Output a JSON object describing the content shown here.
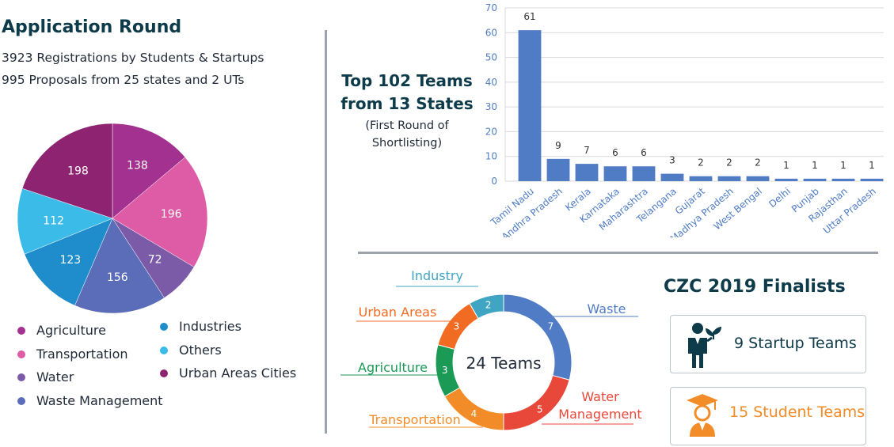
{
  "left": {
    "title": "Application Round",
    "line1": "3923 Registrations by Students & Startups",
    "line2": "995 Proposals from 25 states and 2 UTs"
  },
  "top_right": {
    "title_line1": "Top 102 Teams",
    "title_line2": "from  13 States",
    "sub_line1": "(First Round of",
    "sub_line2": "Shortlisting)"
  },
  "finalists": {
    "title": "CZC 2019 Finalists",
    "startup_label": "9 Startup Teams",
    "student_label": "15 Student Teams"
  },
  "colors": {
    "dark_title": "#0e3b4a",
    "bar": "#4f7cc4",
    "student_orange": "#f28c28"
  },
  "chart_data": [
    {
      "type": "pie",
      "categories": [
        "Agriculture",
        "Transportation",
        "Water",
        "Waste Management",
        "Industries",
        "Others",
        "Urban Areas Cities"
      ],
      "slice_order": [
        "Agriculture",
        "Transportation",
        "Water",
        "Waste Management",
        "Industries",
        "Others",
        "Urban Areas Cities"
      ],
      "values": [
        138,
        196,
        72,
        156,
        123,
        112,
        198
      ],
      "colors": [
        "#a3318f",
        "#de5ba6",
        "#7b5ba8",
        "#5b6cb8",
        "#1f8ccb",
        "#3bbbe8",
        "#8e2471"
      ],
      "legend": [
        {
          "name": "Agriculture",
          "color": "#a3318f"
        },
        {
          "name": "Transportation",
          "color": "#de5ba6"
        },
        {
          "name": "Water",
          "color": "#7b5ba8"
        },
        {
          "name": "Waste Management",
          "color": "#5b6cb8"
        },
        {
          "name": "Industries",
          "color": "#1f8ccb"
        },
        {
          "name": "Others",
          "color": "#3bbbe8"
        },
        {
          "name": "Urban Areas Cities",
          "color": "#8e2471"
        }
      ],
      "legend_placement": "bottom"
    },
    {
      "type": "bar",
      "categories": [
        "Tamil Nadu",
        "Andhra Pradesh",
        "Kerala",
        "Karnataka",
        "Maharashtra",
        "Telangana",
        "Gujarat",
        "Madhya Pradesh",
        "West Bengal",
        "Delhi",
        "Punjab",
        "Rajasthan",
        "Uttar Pradesh"
      ],
      "values": [
        61,
        9,
        7,
        6,
        6,
        3,
        2,
        2,
        2,
        1,
        1,
        1,
        1
      ],
      "ylim": [
        0,
        70
      ],
      "yticks": [
        0,
        10,
        20,
        30,
        40,
        50,
        60,
        70
      ],
      "grid": true,
      "data_labels": true
    },
    {
      "type": "pie",
      "subtype": "donut",
      "center_label": "24 Teams",
      "categories": [
        "Waste",
        "Water Management",
        "Transportation",
        "Agriculture",
        "Urban Areas",
        "Industry"
      ],
      "label_lines": [
        [
          "Waste"
        ],
        [
          "Water",
          "Management"
        ],
        [
          "Transportation"
        ],
        [
          "Agriculture"
        ],
        [
          "Urban Areas"
        ],
        [
          "Industry"
        ]
      ],
      "values": [
        7,
        5,
        4,
        3,
        3,
        2
      ],
      "colors": [
        "#4f7cc4",
        "#e8483a",
        "#f28c28",
        "#1a9a55",
        "#f26b23",
        "#3fa5c2"
      ]
    }
  ]
}
